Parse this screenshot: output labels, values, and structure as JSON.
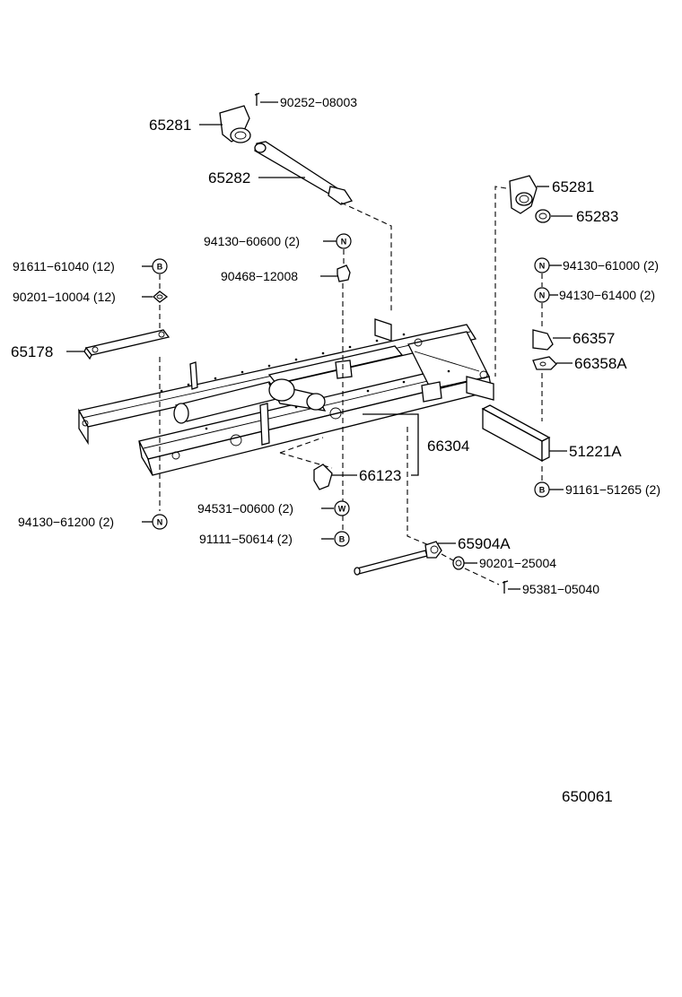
{
  "figure_code": "650061",
  "symbols": {
    "n": "N",
    "b": "B",
    "w": "W"
  },
  "labels": {
    "p65281_left": "65281",
    "p90252_08003": "90252−08003",
    "p65282": "65282",
    "p65281_right": "65281",
    "p65283": "65283",
    "p94130_60600": "94130−60600 (2)",
    "p90468_12008": "90468−12008",
    "p91611_61040": "91611−61040 (12)",
    "p90201_10004": "90201−10004 (12)",
    "p65178": "65178",
    "p94130_61000": "94130−61000 (2)",
    "p94130_61400": "94130−61400 (2)",
    "p66357": "66357",
    "p66358A": "66358A",
    "p66304": "66304",
    "p66123": "66123",
    "p51221A": "51221A",
    "p91161_51265": "91161−51265 (2)",
    "p94130_61200": "94130−61200 (2)",
    "p94531_00600": "94531−00600 (2)",
    "p91111_50614": "91111−50614 (2)",
    "p65904A": "65904A",
    "p90201_25004": "90201−25004",
    "p95381_05040": "95381−05040"
  }
}
